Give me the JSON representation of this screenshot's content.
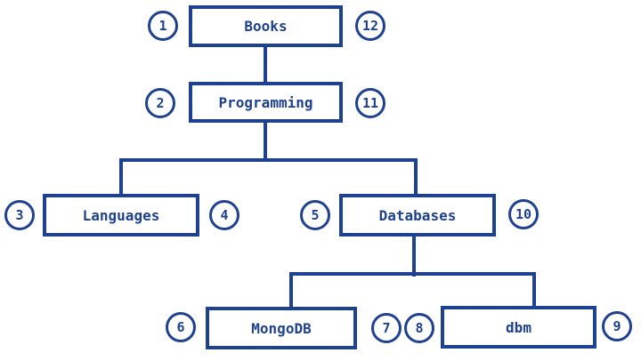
{
  "diagram": {
    "accent_color": "#1e4291",
    "background_color": "#ffffff",
    "nodes": [
      {
        "label": "Books",
        "left_value": "1",
        "right_value": "12"
      },
      {
        "label": "Programming",
        "left_value": "2",
        "right_value": "11"
      },
      {
        "label": "Languages",
        "left_value": "3",
        "right_value": "4"
      },
      {
        "label": "Databases",
        "left_value": "5",
        "right_value": "10"
      },
      {
        "label": "MongoDB",
        "left_value": "6",
        "right_value": "7"
      },
      {
        "label": "dbm",
        "left_value": "8",
        "right_value": "9"
      }
    ],
    "edges": [
      {
        "from": "Books",
        "to": "Programming"
      },
      {
        "from": "Programming",
        "to": "Languages"
      },
      {
        "from": "Programming",
        "to": "Databases"
      },
      {
        "from": "Databases",
        "to": "MongoDB"
      },
      {
        "from": "Databases",
        "to": "dbm"
      }
    ]
  }
}
